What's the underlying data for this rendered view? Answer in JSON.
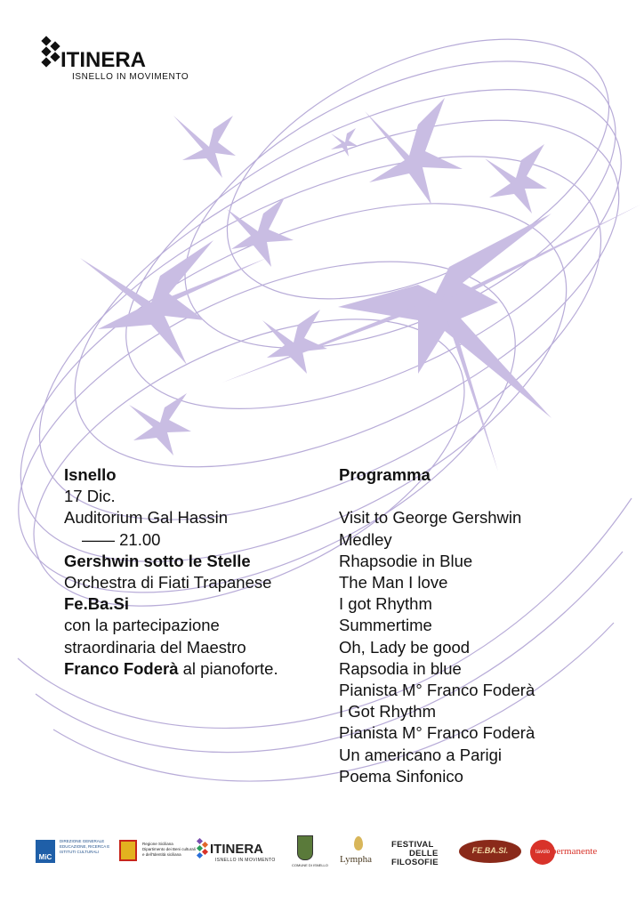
{
  "brand": {
    "name": "ITINERA",
    "tagline": "ISNELLO IN MOVIMENTO"
  },
  "event": {
    "place": "Isnello",
    "date": "17 Dic.",
    "venue": "Auditorium Gal Hassin",
    "time": "—— 21.00",
    "title": "Gershwin sotto le Stelle",
    "orchestra": "Orchestra di Fiati Trapanese",
    "ensemble": "Fe.Ba.Si",
    "line1": "con la partecipazione",
    "line2": "straordinaria del Maestro",
    "soloist": "Franco Foderà",
    "soloist_suffix": " al pianoforte."
  },
  "program": {
    "heading": "Programma",
    "items": [
      "Visit to George Gershwin",
      "Medley",
      "Rhapsodie in Blue",
      "The Man I love",
      "I got Rhythm",
      "Summertime",
      "Oh, Lady be good",
      "Rapsodia in blue",
      "Pianista M° Franco Foderà",
      "I Got Rhythm",
      "Pianista M° Franco Foderà",
      "Un americano a Parigi",
      "Poema Sinfonico"
    ]
  },
  "footer": {
    "mic": {
      "badge": "MiC",
      "text": "DIREZIONE GENERALE EDUCAZIONE, RICERCA E ISTITUTI CULTURALI"
    },
    "regione": {
      "text": "Regione Siciliana Dipartimento dei Beni culturali e dell'Identità siciliana"
    },
    "itinera": {
      "name": "ITINERA",
      "tagline": "ISNELLO IN MOVIMENTO"
    },
    "comune": {
      "text": "COMUNE DI ISNELLO"
    },
    "lympha": {
      "text": "Lympha"
    },
    "festival": {
      "line1": "FESTIVAL",
      "line2": "DELLE",
      "line3": "FILOSOFIE"
    },
    "febasi": {
      "text": "FE.BA.SI."
    },
    "tavolo": {
      "badge": "tavolo",
      "text": "permanente"
    }
  },
  "colors": {
    "star": "#c9bde3",
    "line": "#b8acd8",
    "text": "#111111"
  }
}
